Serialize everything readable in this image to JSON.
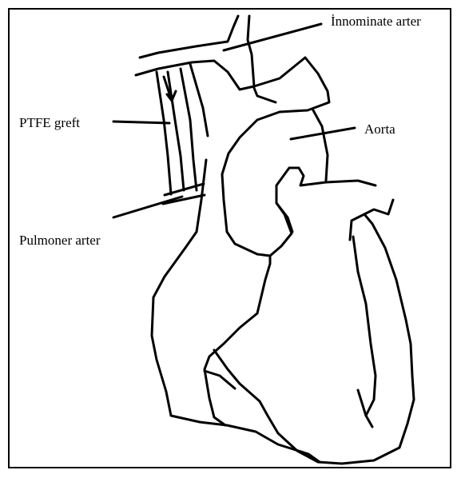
{
  "labels": {
    "innominate": "İnnominate arter",
    "aorta": "Aorta",
    "ptfe": "PTFE greft",
    "pulmonary": "Pulmoner arter"
  },
  "colors": {
    "line": "#000000",
    "background": "#ffffff"
  }
}
